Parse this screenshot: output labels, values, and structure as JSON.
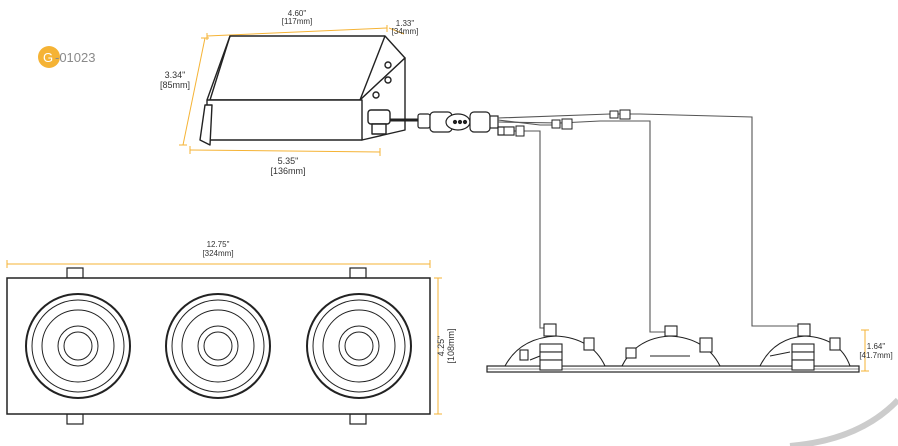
{
  "badge": {
    "letter": "G",
    "text": "-01023",
    "color": "#f5b335"
  },
  "colors": {
    "dimension": "#f5b335",
    "line": "#222222",
    "wire": "#555555"
  },
  "driver_dims": {
    "width_in": "4.60\"",
    "width_mm": "[117mm]",
    "depth_in": "1.33\"",
    "depth_mm": "[34mm]",
    "height_in": "3.34\"",
    "height_mm": "[85mm]",
    "length_in": "5.35\"",
    "length_mm": "[136mm]"
  },
  "fixture_dims": {
    "length_in": "12.75\"",
    "length_mm": "[324mm]",
    "width_in": "4.25\"",
    "width_mm": "[108mm]",
    "height_in": "1.64\"",
    "height_mm": "[41.7mm]"
  }
}
